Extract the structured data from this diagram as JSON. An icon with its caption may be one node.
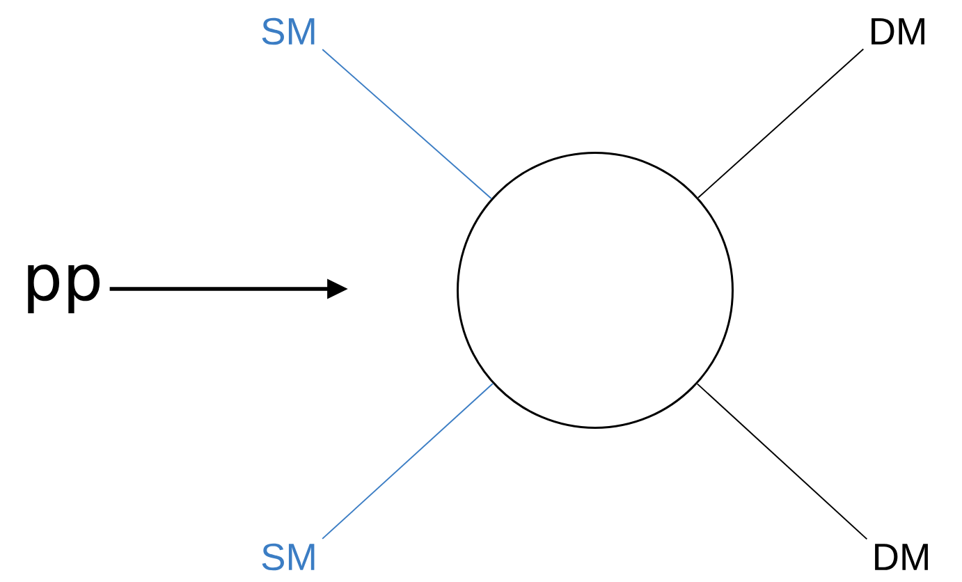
{
  "diagram": {
    "nodes": [
      {
        "text": [],
        "shape": "circle"
      },
      {
        "text": [
          "SM"
        ]
      },
      {
        "text": [
          "DM"
        ]
      },
      {
        "text": [
          "SM"
        ]
      },
      {
        "text": [
          "DM"
        ]
      },
      {
        "text": [
          "pp"
        ]
      }
    ],
    "edges": [
      {
        "from": 1,
        "to": 0,
        "arrow": "none",
        "color": "#3b7dc4"
      },
      {
        "from": 2,
        "to": 0,
        "arrow": "none"
      },
      {
        "from": 3,
        "to": 0,
        "arrow": "none",
        "color": "#3b7dc4"
      },
      {
        "from": 4,
        "to": 0,
        "arrow": "none"
      },
      {
        "from": 5,
        "to": null,
        "arrow": "to",
        "style": "thick"
      }
    ]
  }
}
